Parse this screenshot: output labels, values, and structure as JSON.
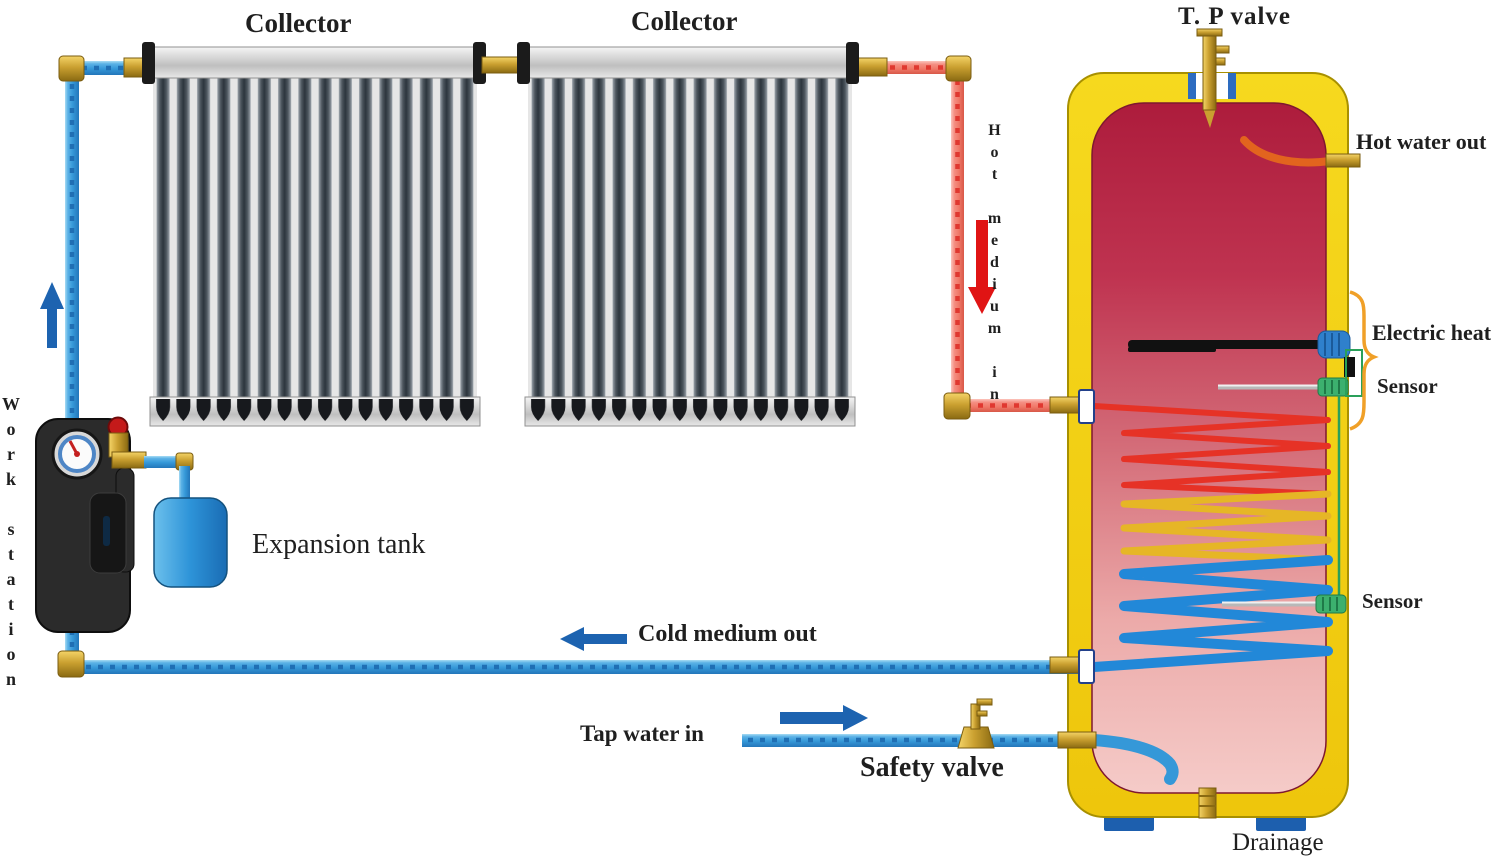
{
  "collectors": {
    "left_label": "Collector",
    "right_label": "Collector"
  },
  "tank": {
    "tp_valve_label": "T. P valve",
    "hot_water_out_label": "Hot water out",
    "electric_heat_label": "Electric heat",
    "sensor_upper_label": "Sensor",
    "sensor_lower_label": "Sensor",
    "drainage_label": "Drainage"
  },
  "loop": {
    "hot_medium_in_label": "Hot medium in",
    "cold_medium_out_label": "Cold medium out",
    "tap_water_in_label": "Tap water in",
    "safety_valve_label": "Safety valve",
    "expansion_tank_label": "Expansion tank",
    "work_station_label": "Work station"
  },
  "colors": {
    "pipe_blue": "#3598d8",
    "pipe_red": "#f07868",
    "brass": "#caa030",
    "tank_shell_yellow": "#f6d91e",
    "tank_water_top": "#ad1c3c",
    "tank_water_bottom": "#f5cbc8",
    "coil_red": "#e63226",
    "coil_yellow": "#e6b626",
    "coil_blue": "#2288d8",
    "sensor_green": "#3cb06e",
    "arrow_blue": "#1d63b0",
    "arrow_red": "#e01414",
    "workstation_black": "#2b2b2b",
    "expansion_blue": "#2d93d8"
  }
}
